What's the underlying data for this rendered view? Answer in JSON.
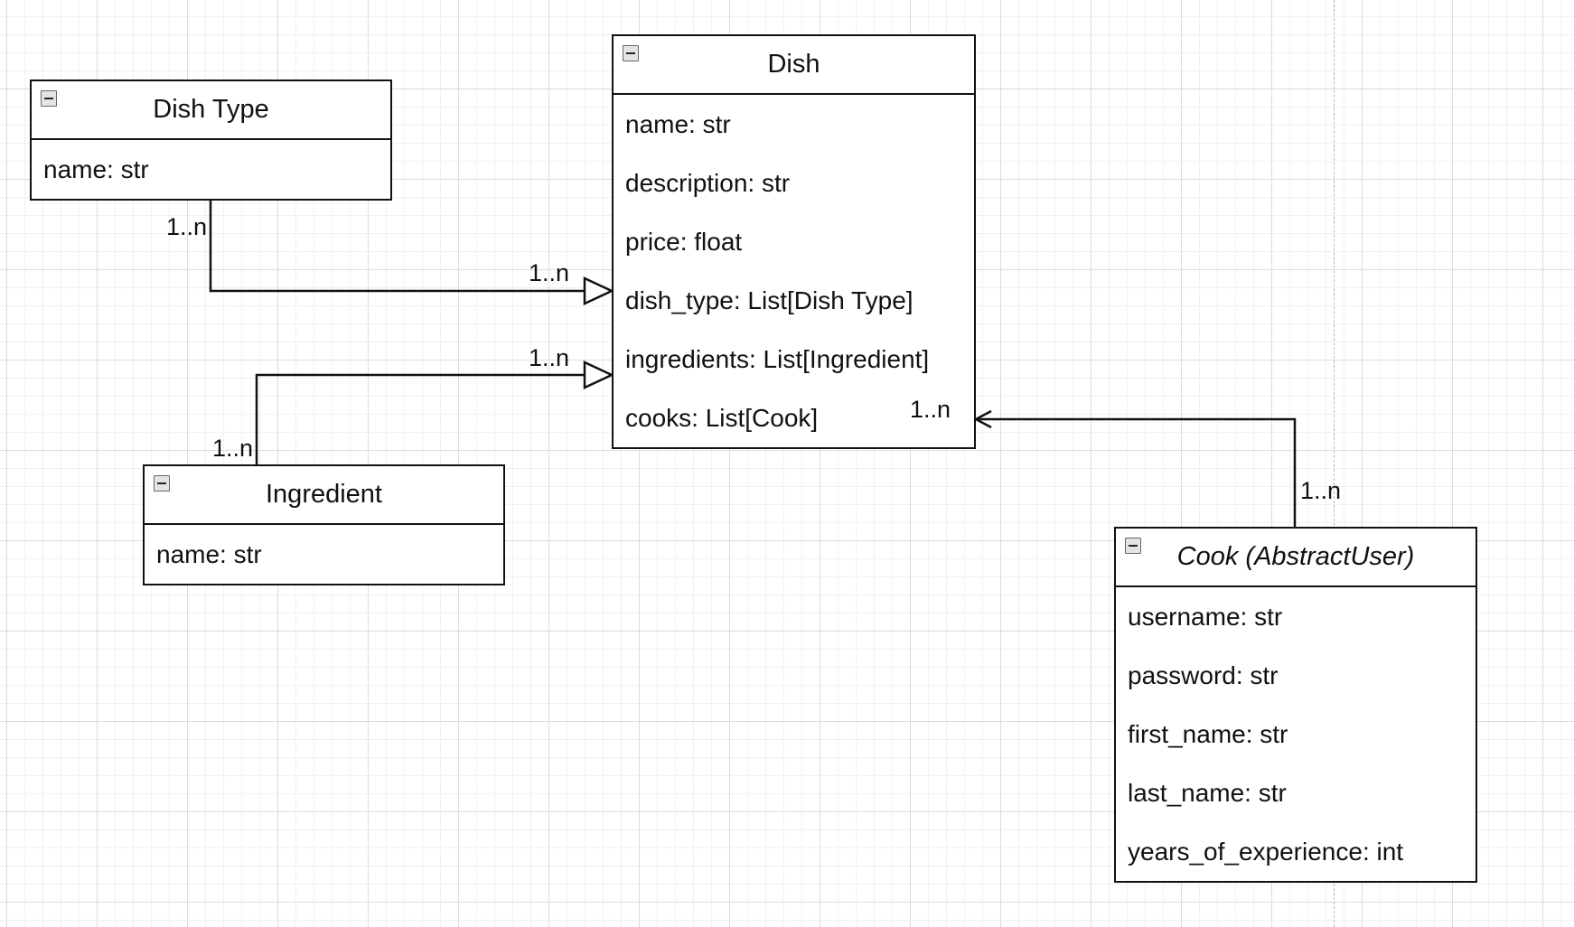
{
  "classes": {
    "dish_type": {
      "title": "Dish Type",
      "attributes": [
        "name: str"
      ]
    },
    "dish": {
      "title": "Dish",
      "attributes": [
        "name: str",
        "description: str",
        "price: float",
        "dish_type: List[Dish Type]",
        "ingredients: List[Ingredient]",
        "cooks: List[Cook]"
      ]
    },
    "ingredient": {
      "title": "Ingredient",
      "attributes": [
        "name: str"
      ]
    },
    "cook": {
      "title": "Cook (AbstractUser)",
      "abstract": true,
      "attributes": [
        "username: str",
        "password: str",
        "first_name: str",
        "last_name: str",
        "years_of_experience: int"
      ]
    }
  },
  "relations": [
    {
      "from": "dish_type",
      "to": "dish",
      "source_multiplicity": "1..n",
      "target_multiplicity": "1..n",
      "arrow": "hollow-triangle"
    },
    {
      "from": "ingredient",
      "to": "dish",
      "source_multiplicity": "1..n",
      "target_multiplicity": "1..n",
      "arrow": "hollow-triangle"
    },
    {
      "from": "cook",
      "to": "dish",
      "source_multiplicity": "1..n",
      "target_multiplicity": "1..n",
      "arrow": "open-arrow"
    }
  ],
  "colors": {
    "line": "#111111",
    "grid_major": "#dcdcdc",
    "grid_minor": "#f1f1f1"
  }
}
